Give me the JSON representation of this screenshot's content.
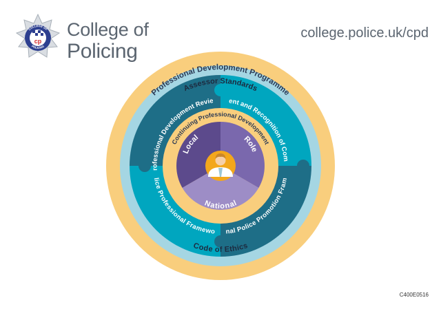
{
  "header": {
    "brand_line1": "College of",
    "brand_line2": "Policing",
    "url": "college.police.uk/cpd",
    "logo_text_top": "COLLEGE OF",
    "logo_text_bottom": "POLICING",
    "logo_monogram": "cp"
  },
  "diagram": {
    "outer_ring_top": "Professional Development Programme",
    "second_ring_top": "Assessor Standards",
    "second_ring_bottom": "Code of Ethics",
    "segments": {
      "top_left": "Professional Development Review",
      "top_right": "Assessment and Recognition of Competence",
      "bottom_left": "Police Professional Framework",
      "bottom_right": "National Police Promotion Framework"
    },
    "inner_ring_top": "Continuing Professional Development",
    "inner_segments": {
      "left": "Local",
      "right": "Role",
      "bottom": "National"
    }
  },
  "footer": {
    "code": "C400E0516"
  },
  "colors": {
    "outer_gold": "#f9ce7d",
    "light_blue": "#a5d6e3",
    "teal_dark": "#1e6e87",
    "teal_light": "#00a6bf",
    "purple_dark": "#5c4a8c",
    "purple_mid": "#7a68ad",
    "purple_light": "#9d8dc6",
    "center_orange": "#f3a71b"
  }
}
